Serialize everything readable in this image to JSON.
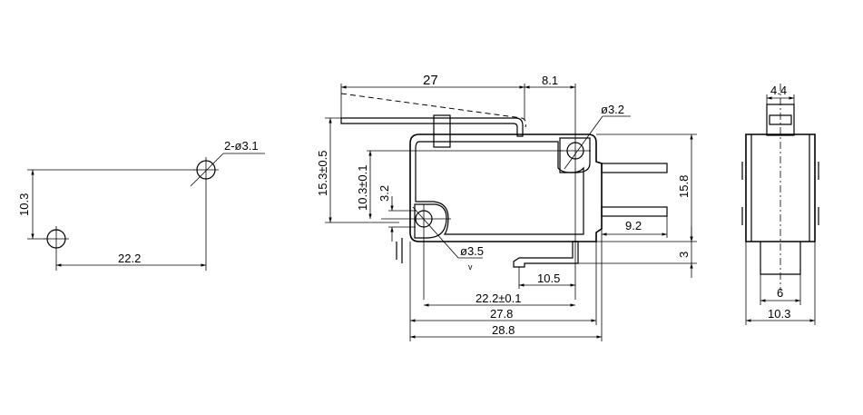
{
  "hole_pattern": {
    "hole_label": "2-ø3.1",
    "vertical_spacing": "10.3",
    "horizontal_spacing": "22.2"
  },
  "front_view": {
    "lever_length": "27",
    "lever_offset": "8.1",
    "top_hole": "ø3.2",
    "bottom_hole": "ø3.5",
    "lever_height": "15.3±0.5",
    "hole_vertical_spacing": "10.3±0.1",
    "hole_to_base": "3.2",
    "body_height": "15.8",
    "terminal_length": "9.2",
    "terminal_offset": "3",
    "terminal_width": "10.5",
    "hole_horizontal_spacing": "22.2±0.1",
    "body_length": "27.8",
    "overall_length": "28.8",
    "section_mark": "v"
  },
  "side_view": {
    "plunger_width": "4.4",
    "base_width": "6",
    "body_width": "10.3"
  }
}
